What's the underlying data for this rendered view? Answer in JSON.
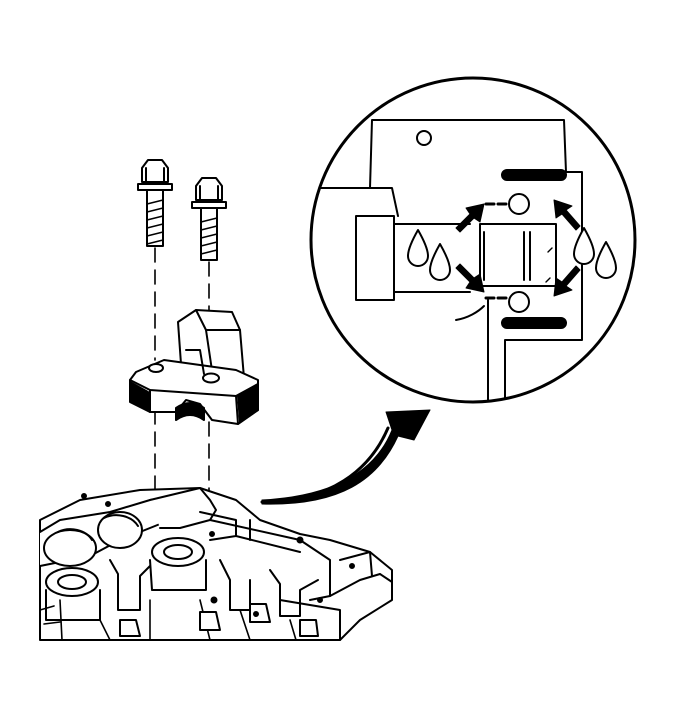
{
  "diagram": {
    "type": "technical-line-drawing",
    "subject": "camshaft-bearing-cap-installation",
    "line_color": "#000000",
    "background_color": "#ffffff",
    "bolt_count": 2,
    "oil_drop_count": 4,
    "flow_arrow_count": 4,
    "has_detail_magnifier": true
  }
}
